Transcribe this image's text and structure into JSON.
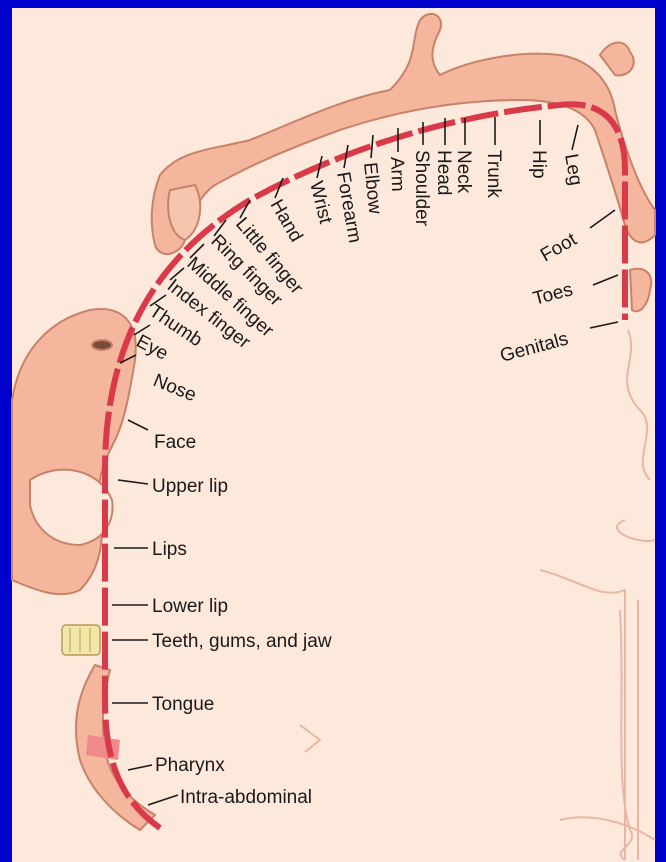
{
  "colors": {
    "frame": "#0000cc",
    "cortex_fill": "#fde8dc",
    "homunculus": "#f4b69d",
    "homunculus_outline": "#c9826a",
    "cortex_strip": "#d93a4a",
    "teeth": "#f3e7a8"
  },
  "labels": {
    "hip": "Hip",
    "leg": "Leg",
    "foot": "Foot",
    "toes": "Toes",
    "genitals": "Genitals",
    "trunk": "Trunk",
    "neck": "Neck",
    "head": "Head",
    "shoulder": "Shoulder",
    "arm": "Arm",
    "elbow": "Elbow",
    "forearm": "Forearm",
    "wrist": "Wrist",
    "hand": "Hand",
    "little_finger": "Little finger",
    "ring_finger": "Ring finger",
    "middle_finger": "Middle finger",
    "index_finger": "Index finger",
    "thumb": "Thumb",
    "eye": "Eye",
    "nose": "Nose",
    "face": "Face",
    "upper_lip": "Upper lip",
    "lips": "Lips",
    "lower_lip": "Lower lip",
    "teeth_gums_jaw": "Teeth, gums, and jaw",
    "tongue": "Tongue",
    "pharynx": "Pharynx",
    "intra_abdominal": "Intra-abdominal"
  }
}
